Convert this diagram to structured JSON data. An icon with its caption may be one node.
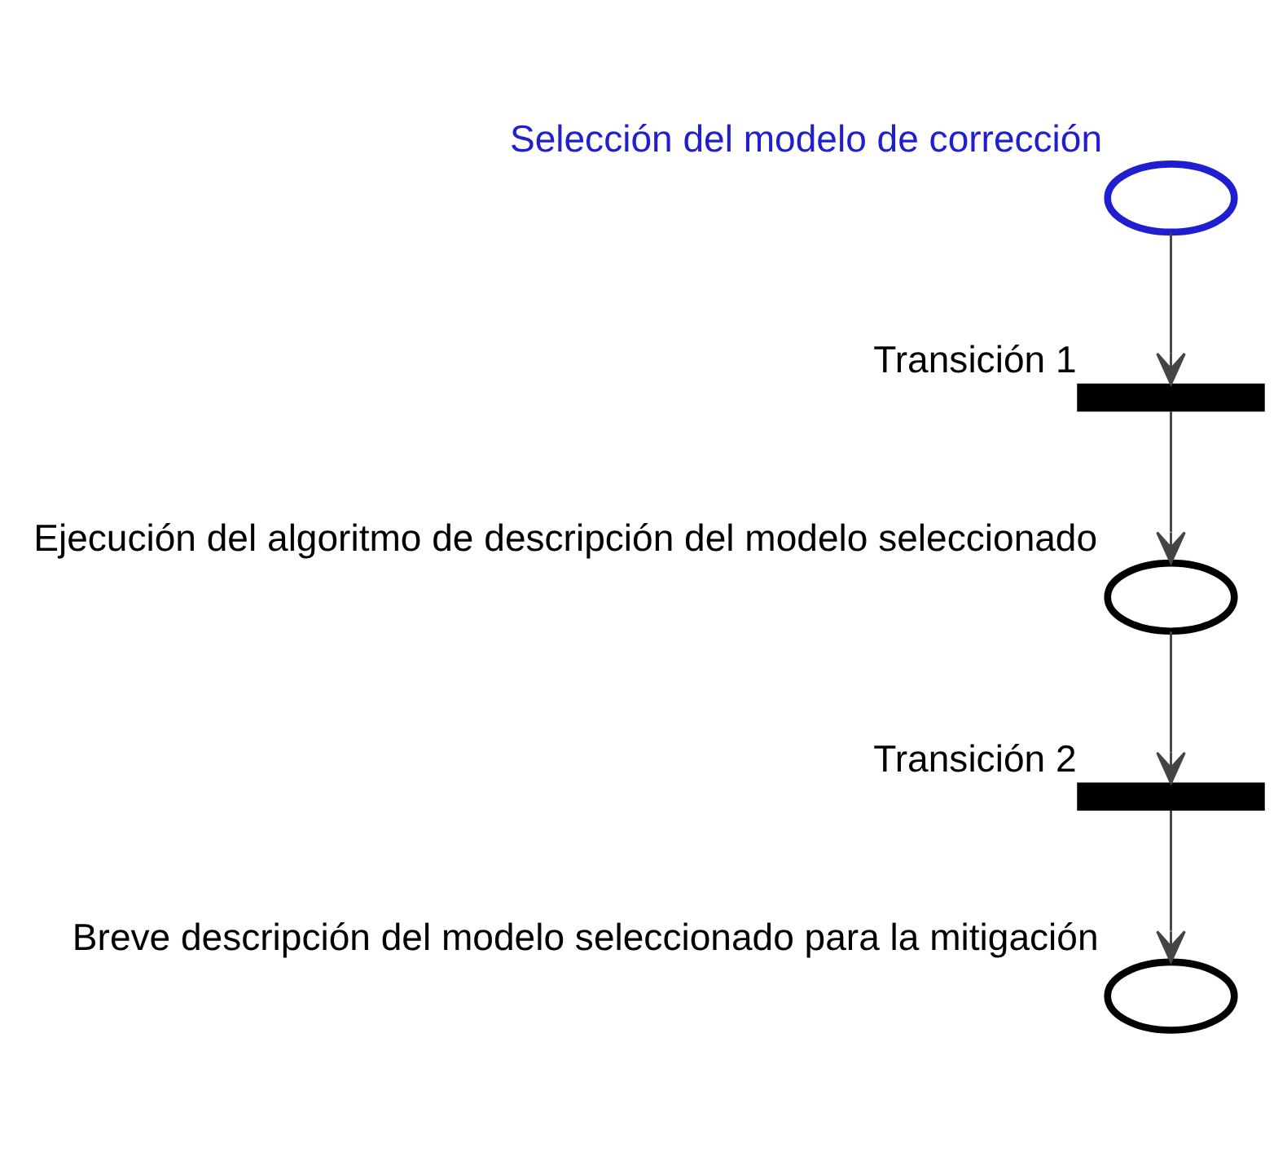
{
  "diagram": {
    "nodes": [
      {
        "text": [],
        "shape": "circle",
        "beside": [
          "Selección del modelo de corrección"
        ]
      },
      {
        "text": [],
        "shape": "bar",
        "beside": [
          "Transición 1"
        ]
      },
      {
        "text": [],
        "shape": "circle",
        "beside": [
          "Ejecución del algoritmo de descripción del modelo seleccionado"
        ]
      },
      {
        "text": [],
        "shape": "bar",
        "beside": [
          "Transición 2"
        ]
      },
      {
        "text": [],
        "shape": "circle",
        "beside": [
          "Breve descripción del modelo seleccionado para la mitigación"
        ]
      }
    ],
    "edges": [
      {
        "from": 0,
        "to": 1,
        "arrow": "to"
      },
      {
        "from": 1,
        "to": 2,
        "arrow": "to"
      },
      {
        "from": 2,
        "to": 3,
        "arrow": "to"
      },
      {
        "from": 3,
        "to": 4,
        "arrow": "to"
      }
    ]
  }
}
